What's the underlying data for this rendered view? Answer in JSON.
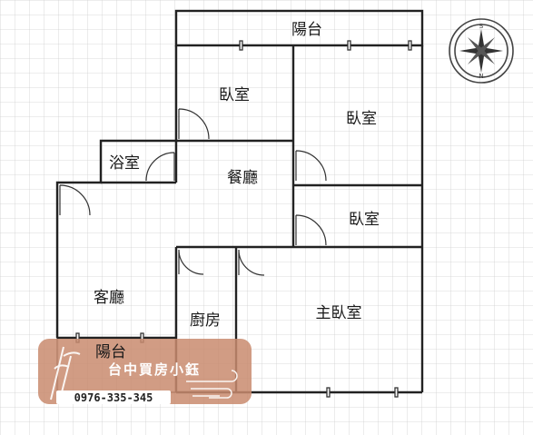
{
  "rooms": {
    "balcony_top": "陽台",
    "bedroom_top_left": "臥室",
    "bedroom_top_right": "臥室",
    "bathroom": "浴室",
    "dining": "餐廳",
    "bedroom_middle_right": "臥室",
    "living": "客廳",
    "kitchen": "廚房",
    "master_bedroom": "主臥室",
    "balcony_bottom": "陽台"
  },
  "compass": {
    "north": "N",
    "south": "S"
  },
  "watermark": {
    "brand": "台中買房小鈺",
    "phone": "0976-335-345",
    "bg_color": "#c98b6e"
  }
}
